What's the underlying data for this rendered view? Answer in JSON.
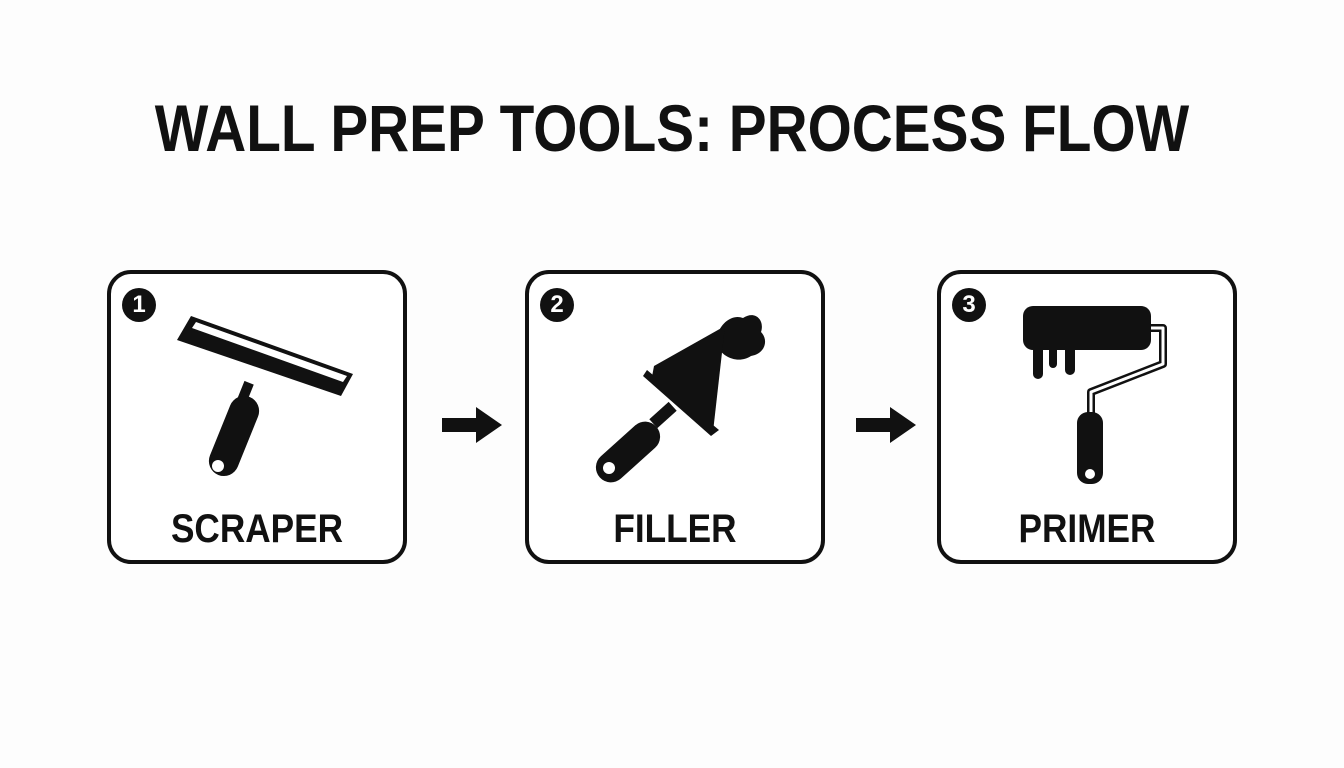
{
  "title": "WALL PREP TOOLS: PROCESS FLOW",
  "steps": [
    {
      "number": "1",
      "label": "SCRAPER",
      "icon": "scraper-icon"
    },
    {
      "number": "2",
      "label": "FILLER",
      "icon": "putty-knife-filler-icon"
    },
    {
      "number": "3",
      "label": "PRIMER",
      "icon": "paint-roller-icon"
    }
  ],
  "arrows": [
    {
      "icon": "arrow-right-icon"
    },
    {
      "icon": "arrow-right-icon"
    }
  ],
  "colors": {
    "ink": "#111111",
    "background": "#fdfdfd",
    "card": "#ffffff"
  }
}
